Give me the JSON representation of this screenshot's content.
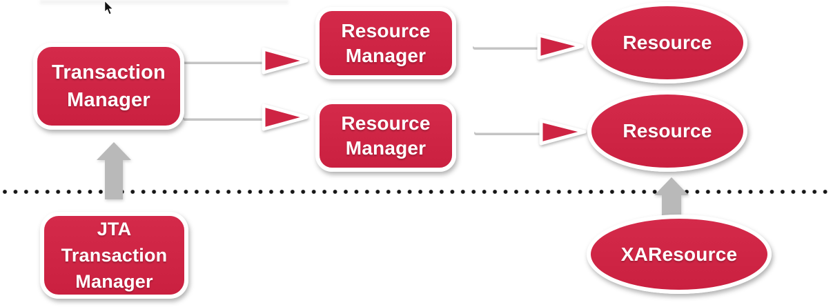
{
  "diagram": {
    "colors": {
      "node_fill": "#ce2443",
      "node_border": "#ffffff",
      "label_text": "#ffffff",
      "arrow_head_fill": "#ce2443",
      "gray_arrow_fill": "#b9b9b9",
      "dotted_line": "#151515",
      "background": "#ffffff"
    },
    "nodes": {
      "transaction_manager": {
        "label": "Transaction\nManager",
        "shape": "rounded-rect"
      },
      "resource_manager_1": {
        "label": "Resource\nManager",
        "shape": "rounded-rect"
      },
      "resource_manager_2": {
        "label": "Resource\nManager",
        "shape": "rounded-rect"
      },
      "resource_1": {
        "label": "Resource",
        "shape": "ellipse"
      },
      "resource_2": {
        "label": "Resource",
        "shape": "ellipse"
      },
      "jta_transaction_manager": {
        "label": "JTA\nTransaction\nManager",
        "shape": "rounded-rect"
      },
      "xa_resource": {
        "label": "XAResource",
        "shape": "ellipse"
      }
    },
    "connectors": [
      {
        "from": "transaction_manager",
        "to": "resource_manager_1",
        "style": "red-triangle-arrow"
      },
      {
        "from": "transaction_manager",
        "to": "resource_manager_2",
        "style": "red-triangle-arrow"
      },
      {
        "from": "resource_manager_1",
        "to": "resource_1",
        "style": "red-triangle-arrow"
      },
      {
        "from": "resource_manager_2",
        "to": "resource_2",
        "style": "red-triangle-arrow"
      },
      {
        "from": "jta_transaction_manager",
        "to": "transaction_manager",
        "style": "gray-block-arrow-up"
      },
      {
        "from": "xa_resource",
        "to": "resource_2",
        "style": "gray-block-arrow-up"
      }
    ],
    "separator": {
      "style": "dotted-horizontal-line"
    }
  }
}
